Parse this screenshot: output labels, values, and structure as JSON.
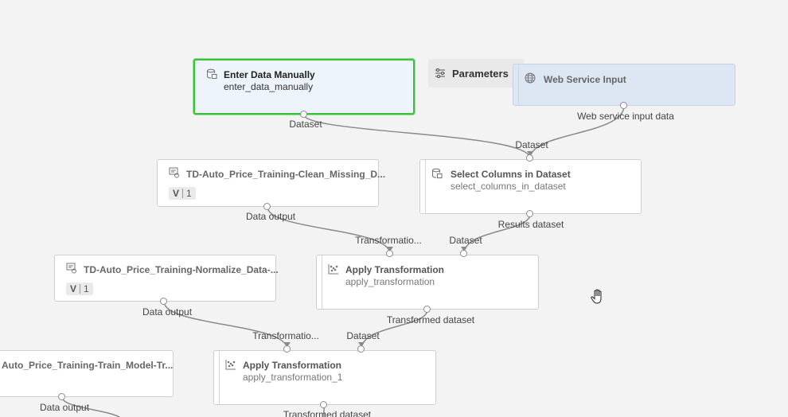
{
  "canvas": {
    "parameters_label": "Parameters",
    "nodes": {
      "enter_data": {
        "title": "Enter Data Manually",
        "subtitle": "enter_data_manually",
        "icon": "dataset-icon",
        "selected": true
      },
      "web_service_input": {
        "title": "Web Service Input",
        "icon": "globe-icon"
      },
      "clean_missing": {
        "title": "TD-Auto_Price_Training-Clean_Missing_D...",
        "version_letter": "V",
        "version_number": "1",
        "icon": "transform-dataset-icon"
      },
      "select_columns": {
        "title": "Select Columns in Dataset",
        "subtitle": "select_columns_in_dataset",
        "icon": "dataset-icon"
      },
      "normalize": {
        "title": "TD-Auto_Price_Training-Normalize_Data-...",
        "version_letter": "V",
        "version_number": "1",
        "icon": "transform-dataset-icon"
      },
      "apply_transformation": {
        "title": "Apply Transformation",
        "subtitle": "apply_transformation",
        "icon": "scatter-icon"
      },
      "train_model": {
        "title": "Auto_Price_Training-Train_Model-Tr..."
      },
      "apply_transformation_1": {
        "title": "Apply Transformation",
        "subtitle": "apply_transformation_1",
        "icon": "scatter-icon"
      }
    },
    "ports": {
      "enter_data_out": "Dataset",
      "web_service_out": "Web service input data",
      "select_columns_in": "Dataset",
      "clean_missing_out": "Data output",
      "select_columns_out": "Results dataset",
      "apply1_in_transform": "Transformatio...",
      "apply1_in_dataset": "Dataset",
      "normalize_out": "Data output",
      "apply1_out": "Transformed dataset",
      "apply2_in_transform": "Transformatio...",
      "apply2_in_dataset": "Dataset",
      "train_out": "Data output",
      "apply2_out": "Transformed dataset"
    },
    "cursor_icon": "hand-cursor-icon"
  }
}
